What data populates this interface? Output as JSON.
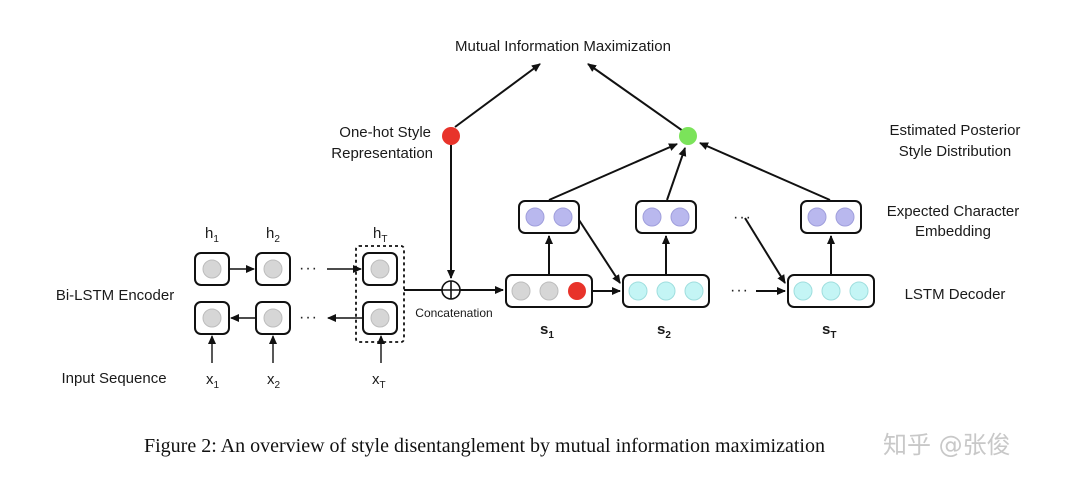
{
  "figure": {
    "top_label": "Mutual Information Maximization",
    "onehot_label_line1": "One-hot Style",
    "onehot_label_line2": "Representation",
    "posterior_label_line1": "Estimated Posterior",
    "posterior_label_line2": "Style Distribution",
    "embedding_label_line1": "Expected Character",
    "embedding_label_line2": "Embedding",
    "decoder_label": "LSTM Decoder",
    "encoder_label": "Bi-LSTM Encoder",
    "input_label": "Input Sequence",
    "concat_label": "Concatenation",
    "ellipsis": "···",
    "hidden_states": [
      {
        "base": "h",
        "sub": "1"
      },
      {
        "base": "h",
        "sub": "2"
      },
      {
        "base": "h",
        "sub": "T"
      }
    ],
    "inputs": [
      {
        "base": "x",
        "sub": "1"
      },
      {
        "base": "x",
        "sub": "2"
      },
      {
        "base": "x",
        "sub": "T"
      }
    ],
    "decoder_states": [
      {
        "base": "s",
        "sub": "1"
      },
      {
        "base": "s",
        "sub": "2"
      },
      {
        "base": "s",
        "sub": "T"
      }
    ],
    "colors": {
      "onehot_dot": "#e8332a",
      "posterior_dot": "#7be35a",
      "encoder_cell": "#d6d6d6",
      "embedding_cell": "#b9b8ee",
      "decoder_cell": "#c4f5f5"
    }
  },
  "caption": "Figure 2: An overview of style disentanglement by mutual information maximization",
  "watermark": "知乎 @张俊"
}
